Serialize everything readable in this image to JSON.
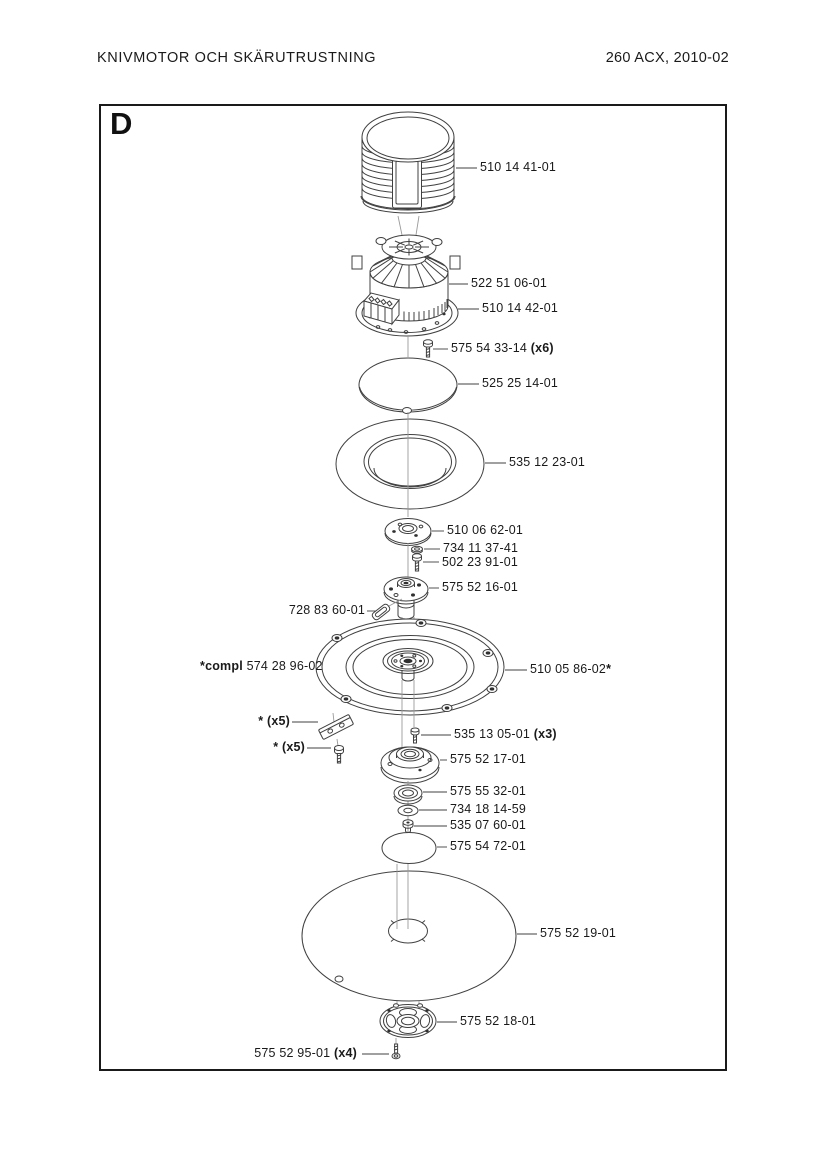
{
  "header": {
    "left": "KNIVMOTOR OCH SKÄRUTRUSTNING",
    "right": "260 ACX, 2010-02"
  },
  "section_letter": "D",
  "colors": {
    "line": "#404040",
    "projection_line": "#9a9a9a",
    "text": "#1a1a1a",
    "background": "#ffffff",
    "frame_border": "#1a1a1a"
  },
  "parts": [
    {
      "id": "cover",
      "name": "finned motor cover",
      "num": "510 14 41-01"
    },
    {
      "id": "motor",
      "name": "knife motor with fan",
      "num": "522 51 06-01"
    },
    {
      "id": "motor-plate",
      "name": "motor mounting plate",
      "num": "510 14 42-01"
    },
    {
      "id": "screw-motor",
      "name": "screw",
      "num": "575 54 33-14",
      "qty": "(x6)"
    },
    {
      "id": "membrane",
      "name": "sealing disc",
      "num": "525 25 14-01"
    },
    {
      "id": "ring",
      "name": "support ring",
      "num": "535 12 23-01"
    },
    {
      "id": "hub-disc",
      "name": "hub disc",
      "num": "510 06 62-01"
    },
    {
      "id": "washer-upper",
      "name": "washer",
      "num": "734 11 37-41"
    },
    {
      "id": "screw-center",
      "name": "center screw",
      "num": "502 23 91-01"
    },
    {
      "id": "flange",
      "name": "shaft flange",
      "num": "575 52 16-01"
    },
    {
      "id": "key",
      "name": "key",
      "num": "728 83 60-01"
    },
    {
      "id": "compl",
      "name": "complete blade disc ref",
      "prefix": "*compl",
      "num": "574 28 96-02"
    },
    {
      "id": "disc-assy",
      "name": "blade disc assembly",
      "num": "510 05 86-02",
      "suffix": "*"
    },
    {
      "id": "blade",
      "name": "blade",
      "prefix": "*",
      "qty": "(x5)"
    },
    {
      "id": "blade-screw",
      "name": "blade screw",
      "prefix": "*",
      "qty": "(x5)"
    },
    {
      "id": "screw-x3",
      "name": "screw",
      "num": "535 13 05-01",
      "qty": "(x3)"
    },
    {
      "id": "bearing-hub",
      "name": "bearing housing",
      "num": "575 52 17-01"
    },
    {
      "id": "bearing",
      "name": "bearing",
      "num": "575 55 32-01"
    },
    {
      "id": "washer-lower",
      "name": "washer",
      "num": "734 18 14-59"
    },
    {
      "id": "plug",
      "name": "plug",
      "num": "535 07 60-01"
    },
    {
      "id": "support-disc",
      "name": "support disc",
      "num": "575 54 72-01"
    },
    {
      "id": "blade-disc",
      "name": "skid disc",
      "num": "575 52 19-01"
    },
    {
      "id": "support-wheel",
      "name": "support wheel",
      "num": "575 52 18-01"
    },
    {
      "id": "screw-x4",
      "name": "screw",
      "num": "575 52 95-01",
      "qty": "(x4)"
    }
  ]
}
